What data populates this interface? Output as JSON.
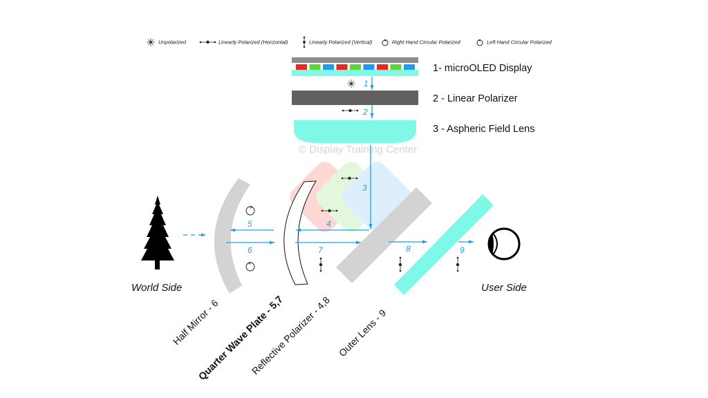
{
  "legend": {
    "unpolarized": "Unpolarized",
    "linear_horizontal": "Linearly Polarized (Horizontal)",
    "linear_vertical": "Linearly Polarized (Vertical)",
    "rhcp": "Right Hand Circular Polarized",
    "lhcp": "Left Hand Circular Polarized"
  },
  "components": {
    "c1": "1- microOLED Display",
    "c2": "2 - Linear Polarizer",
    "c3": "3 - Aspheric Field Lens"
  },
  "watermark": "© Display Training Center",
  "sides": {
    "world": "World Side",
    "user": "User Side"
  },
  "rotated_labels": {
    "half_mirror": "Half Mirror - 6",
    "qwp": "Quarter Wave Plate - 5,7",
    "reflective_polarizer": "Reflective Polarizer - 4,8",
    "outer_lens": "Outer Lens - 9"
  },
  "steps": [
    "1",
    "2",
    "3",
    "4",
    "5",
    "6",
    "7",
    "8",
    "9"
  ],
  "pixel_colors": [
    "#e8291f",
    "#5ed43c",
    "#1a9ff0",
    "#e8291f",
    "#5ed43c",
    "#1a9ff0",
    "#e8291f",
    "#5ed43c",
    "#1a9ff0"
  ],
  "colors": {
    "arrow_blue": "#1a9ff0",
    "cyan_lens": "#7ff8e8",
    "polarizer_gray": "#606060",
    "mirror_gray": "#d3d3d3"
  }
}
